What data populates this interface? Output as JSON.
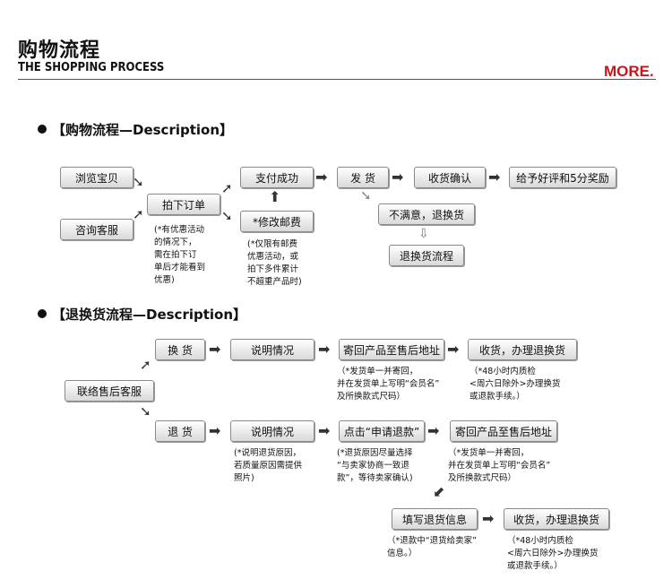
{
  "header": {
    "title_cn": "购物流程",
    "title_en": "THE SHOPPING PROCESS",
    "more": "MORE."
  },
  "sections": {
    "shopping": "【购物流程—Description】",
    "returns": "【退换货流程—Description】"
  },
  "shopping": {
    "browse": "浏览宝贝",
    "consult": "咨询客服",
    "order": "拍下订单",
    "pay": "支付成功",
    "postage": "*修改邮费",
    "ship": "发 货",
    "confirm": "收货确认",
    "review": "给予好评和5分奖励",
    "unhappy": "不满意，退换货",
    "return_flow": "退换货流程",
    "order_note": "(*有优惠活动\n的情况下，\n需在拍下订\n单后才能看到\n优惠)",
    "postage_note": "(*仅限有邮费\n优惠活动，或\n拍下多件累计\n不超重产品时)"
  },
  "returns": {
    "contact": "联络售后客服",
    "exchange": "换 货",
    "refund": "退 货",
    "explain1": "说明情况",
    "explain2": "说明情况",
    "send_back1": "寄回产品至售后地址",
    "receive_exchange1": "收货，办理退换货",
    "apply_refund": "点击“申请退款”",
    "send_back2": "寄回产品至售后地址",
    "fill_info": "填写退货信息",
    "receive_exchange2": "收货，办理退换货",
    "note_sendback1": "（*发货单一并寄回，\n并在发货单上写明“会员名”\n及所换款式尺码）",
    "note_48h1": "（*48小时内质检\n<周六日除外>办理换货\n或退款手续。）",
    "note_explain2": "(*说明退货原因，\n若质量原因需提供\n照片)",
    "note_apply": "(*退货原因尽量选择\n“与卖家协商一致退\n款”，等待卖家确认)",
    "note_sendback2": "（*发货单一并寄回，\n并在发货单上写明“会员名”\n及所换款式尺码）",
    "note_fill": "（*退款中“退货给卖家”\n信息。）",
    "note_48h2": "（*48小时内质检\n<周六日除外>办理换货\n或退款手续。）"
  }
}
